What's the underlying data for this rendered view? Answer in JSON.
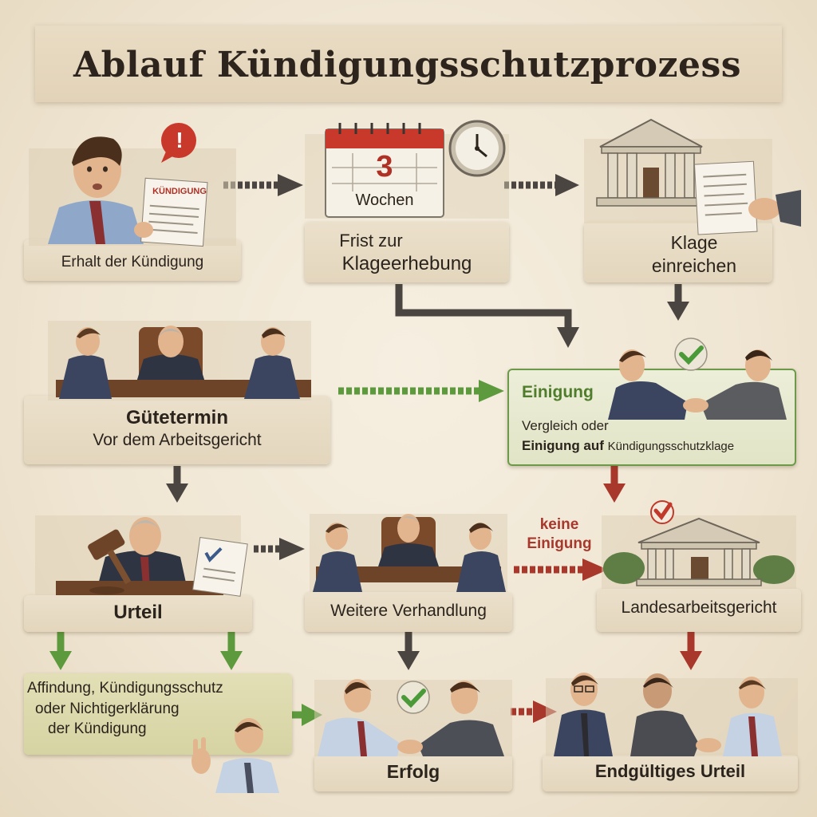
{
  "title": "Ablauf Kündigungsschutzprozess",
  "nodes": {
    "erhalt": {
      "label": "Erhalt der Kündigung",
      "paper_text": "KÜNDIGUNG"
    },
    "frist": {
      "line1": "Frist zur",
      "line2": "Klageerhebung",
      "calendar_number": "3",
      "calendar_text": "Wochen"
    },
    "klage": {
      "line1": "Klage",
      "line2": "einreichen"
    },
    "guetetermin": {
      "line1": "Gütetermin",
      "line2": "Vor dem Arbeitsgericht"
    },
    "einigung": {
      "title": "Einigung",
      "line1": "Vergleich oder",
      "line2_bold": "Einigung auf",
      "line2_rest": "Kündigungsschutzklage"
    },
    "urteil": {
      "label": "Urteil"
    },
    "weitere": {
      "label": "Weitere Verhandlung"
    },
    "landes": {
      "label": "Landesarbeitsgericht",
      "edge_line1": "keine",
      "edge_line2": "Einigung"
    },
    "affindung": {
      "line1": "Affindung, Kündigungsschutz",
      "line2": "oder Nichtigerklärung",
      "line3": "der Kündigung"
    },
    "erfolg": {
      "label": "Erfolg"
    },
    "endgueltig": {
      "label": "Endgültiges Urteil"
    }
  },
  "colors": {
    "arrow_dark": "#4a4541",
    "arrow_green": "#5d9a3e",
    "arrow_red": "#a8382b",
    "accent_red": "#c0392b",
    "check_green": "#4a9a3a"
  }
}
